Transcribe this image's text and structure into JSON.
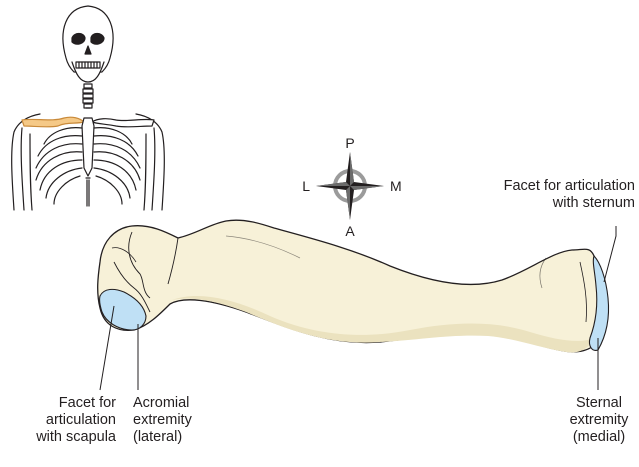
{
  "compass": {
    "top": "P",
    "bottom": "A",
    "left": "L",
    "right": "M"
  },
  "labels": {
    "facet_sternum": [
      "Facet for articulation",
      "with sternum"
    ],
    "facet_scapula": [
      "Facet for",
      "articulation",
      "with scapula"
    ],
    "acromial": [
      "Acromial",
      "extremity",
      "(lateral)"
    ],
    "sternal": [
      "Sternal",
      "extremity",
      "(medial)"
    ]
  },
  "colors": {
    "bone_fill": "#f7f1d8",
    "bone_shade": "#ebe2bf",
    "facet_blue": "#bfe0f5",
    "highlight_clavicle": "#f5c987",
    "outline": "#231f20",
    "compass_ring": "#9b9b9b"
  }
}
